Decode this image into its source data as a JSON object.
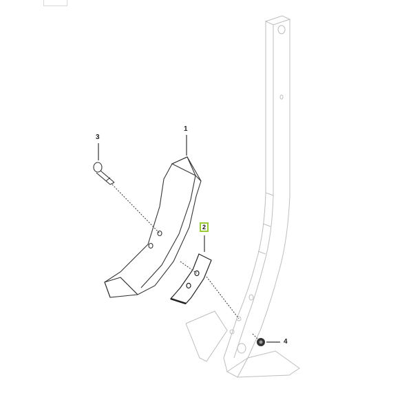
{
  "diagram": {
    "type": "exploded-parts-diagram",
    "subject": "cultivator shank with shovel point",
    "colors": {
      "background": "#ffffff",
      "line": "#333333",
      "faint_line": "#b8b8b8",
      "highlight": "#99cc33"
    },
    "callouts": [
      {
        "number": "1",
        "part": "shovel point"
      },
      {
        "number": "2",
        "part": "wear plate",
        "highlighted": true
      },
      {
        "number": "3",
        "part": "bolt"
      },
      {
        "number": "4",
        "part": "nut"
      }
    ]
  }
}
